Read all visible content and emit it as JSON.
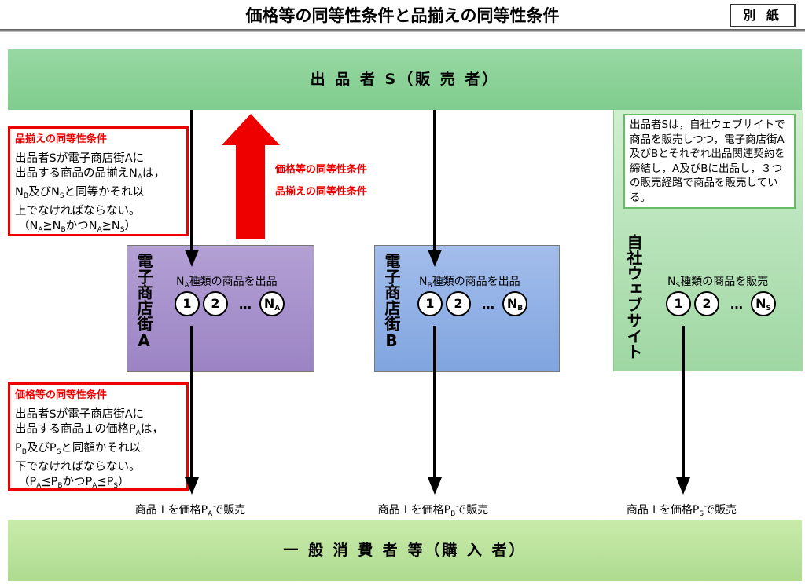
{
  "title": "価格等の同等性条件と品揃えの同等性条件",
  "annex": "別 紙",
  "seller": "出 品 者 S（販 売 者）",
  "consumers": "一 般 消 費 者 等（購 入 者）",
  "arrow_labels": [
    "価格等の同等性条件",
    "品揃えの同等性条件"
  ],
  "assortment_box": {
    "heading": "品揃えの同等性条件",
    "lines": [
      [
        {
          "t": "出品者Sが電子商店街Aに"
        }
      ],
      [
        {
          "t": "出品する商品の品揃えN"
        },
        {
          "s": "A"
        },
        {
          "t": "は，"
        }
      ],
      [
        {
          "t": "N"
        },
        {
          "s": "B"
        },
        {
          "t": "及びN"
        },
        {
          "s": "S"
        },
        {
          "t": "と同等かそれ以"
        }
      ],
      [
        {
          "t": "上でなければならない。"
        }
      ],
      [
        {
          "t": "（N"
        },
        {
          "s": "A"
        },
        {
          "t": "≧N"
        },
        {
          "s": "B"
        },
        {
          "t": "かつN"
        },
        {
          "s": "A"
        },
        {
          "t": "≧N"
        },
        {
          "s": "S"
        },
        {
          "t": "）"
        }
      ]
    ]
  },
  "price_box": {
    "heading": "価格等の同等性条件",
    "lines": [
      [
        {
          "t": "出品者Sが電子商店街Aに"
        }
      ],
      [
        {
          "t": "出品する商品１の価格P"
        },
        {
          "s": "A"
        },
        {
          "t": "は，"
        }
      ],
      [
        {
          "t": "P"
        },
        {
          "s": "B"
        },
        {
          "t": "及びP"
        },
        {
          "s": "S"
        },
        {
          "t": "と同額かそれ以"
        }
      ],
      [
        {
          "t": "下でなければならない。"
        }
      ],
      [
        {
          "t": "（P"
        },
        {
          "s": "A"
        },
        {
          "t": "≦P"
        },
        {
          "s": "B"
        },
        {
          "t": "かつP"
        },
        {
          "s": "A"
        },
        {
          "t": "≦P"
        },
        {
          "s": "S"
        },
        {
          "t": "）"
        }
      ]
    ]
  },
  "right_note": "出品者Sは，自社ウェブサイトで商品を販売しつつ，電子商店街A及びBとそれぞれ出品関連契約を締結し，A及びBに出品し，３つの販売経路で商品を販売している。",
  "channels": [
    {
      "name": "電子商店街A",
      "caption": [
        {
          "t": "N"
        },
        {
          "s": "A"
        },
        {
          "t": "種類の商品を出品"
        }
      ],
      "items": [
        "1",
        "2",
        "N"
      ],
      "sub": "A",
      "sale": [
        {
          "t": "商品１を価格P"
        },
        {
          "s": "A"
        },
        {
          "t": "で販売"
        }
      ]
    },
    {
      "name": "電子商店街B",
      "caption": [
        {
          "t": "N"
        },
        {
          "s": "B"
        },
        {
          "t": "種類の商品を出品"
        }
      ],
      "items": [
        "1",
        "2",
        "N"
      ],
      "sub": "B",
      "sale": [
        {
          "t": "商品１を価格P"
        },
        {
          "s": "B"
        },
        {
          "t": "で販売"
        }
      ]
    },
    {
      "name": "自社ウェブサイト",
      "caption": [
        {
          "t": "N"
        },
        {
          "s": "S"
        },
        {
          "t": "種類の商品を販売"
        }
      ],
      "items": [
        "1",
        "2",
        "N"
      ],
      "sub": "S",
      "sale": [
        {
          "t": "商品１を価格P"
        },
        {
          "s": "S"
        },
        {
          "t": "で販売"
        }
      ]
    }
  ],
  "ellipsis": "…",
  "colors": {
    "red": "#ee0000",
    "mallA": "#a58fcb",
    "mallB": "#8fb0e6",
    "green": "#86cf90"
  }
}
